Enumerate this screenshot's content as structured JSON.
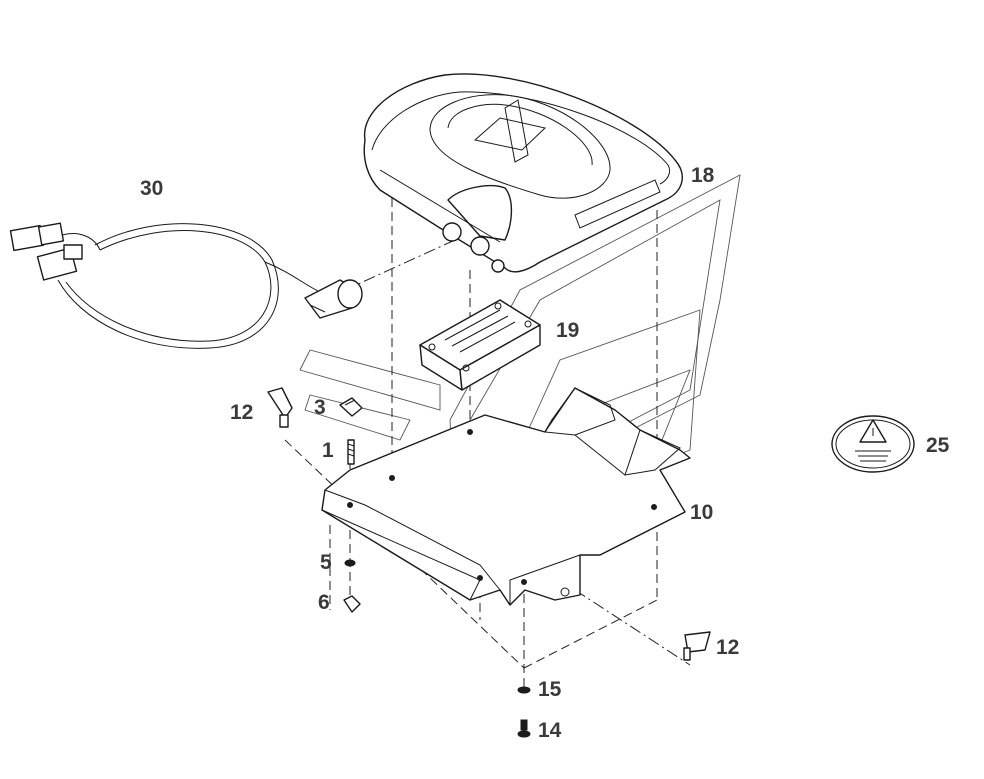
{
  "labels": {
    "p1": "1",
    "p3": "3",
    "p5": "5",
    "p6": "6",
    "p10": "10",
    "p12a": "12",
    "p12b": "12",
    "p14": "14",
    "p15": "15",
    "p18": "18",
    "p19": "19",
    "p25": "25",
    "p30": "30"
  },
  "colors": {
    "line": "#1a1a1a",
    "label": "#3a3a3a",
    "background": "#ffffff"
  }
}
